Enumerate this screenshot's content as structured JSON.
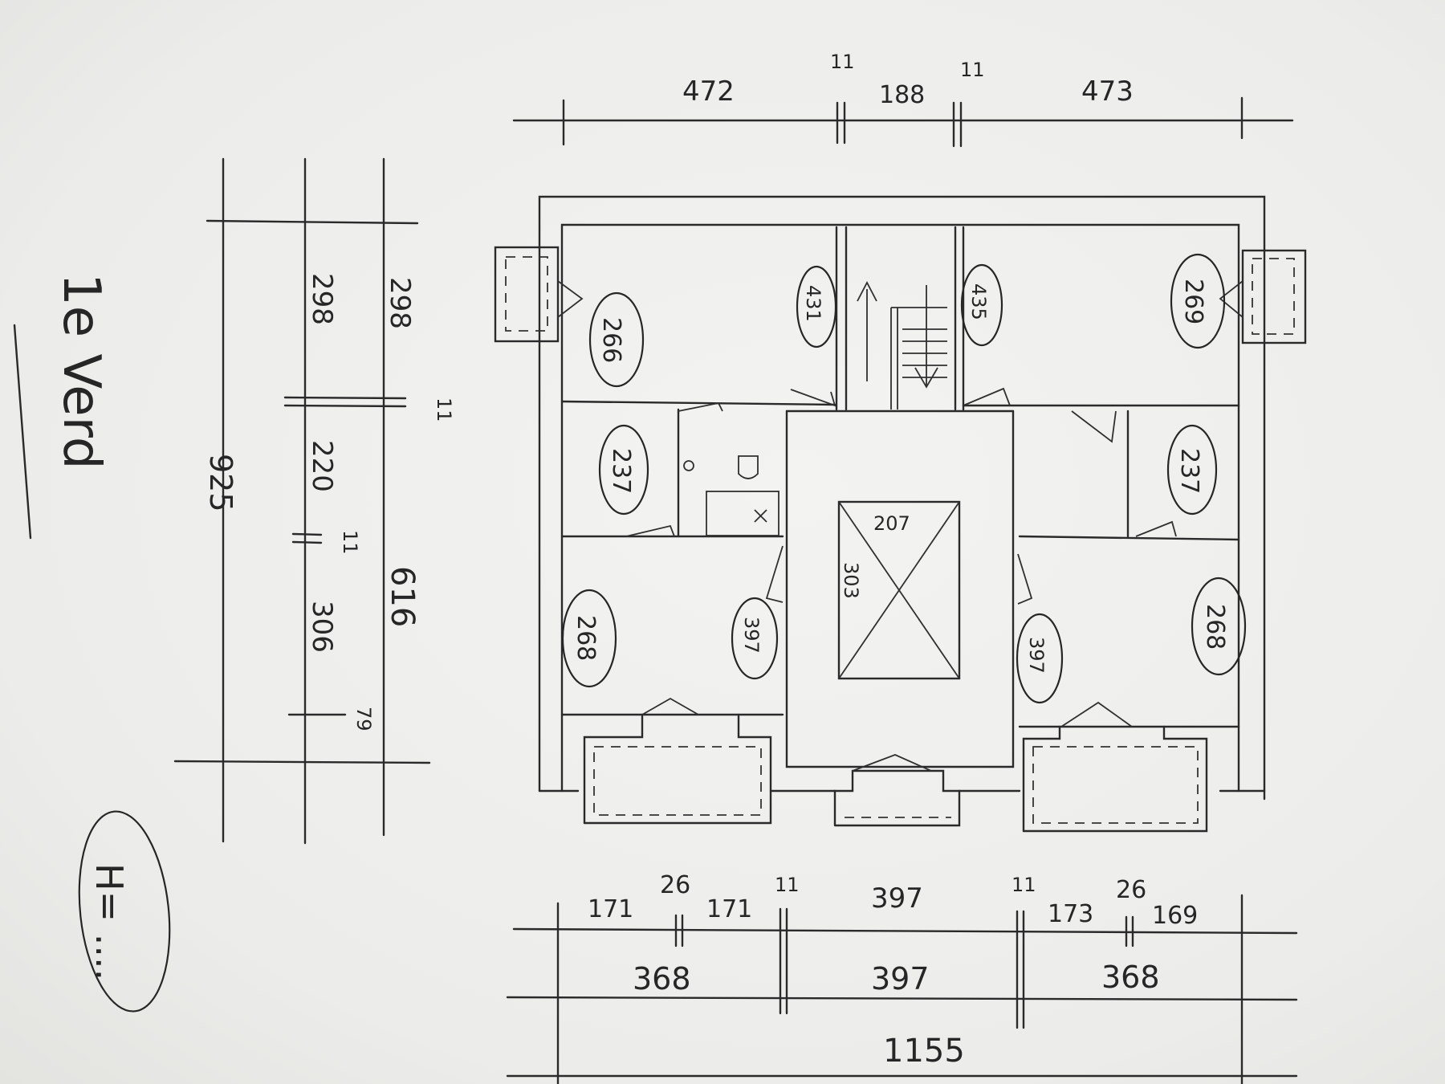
{
  "sheet": {
    "floor_label": "1e Verd",
    "stamp_label": "H= ...."
  },
  "top_dims": {
    "left": "472",
    "gap1": "11",
    "middle": "188",
    "gap2": "11",
    "right": "473"
  },
  "left_dims": {
    "total": "925",
    "outer": {
      "a": "298",
      "gap": "11",
      "b": "220",
      "gap2": "11",
      "c": "306",
      "d": "79"
    },
    "inner": {
      "a": "298",
      "gap": "11",
      "b": "616"
    }
  },
  "rooms": {
    "r_top_left": "266",
    "r_stair_left": "431",
    "r_stair_right": "435",
    "r_top_right": "269",
    "r_bath_left": "237",
    "r_bath_right": "237",
    "r_bed_left_outer": "268",
    "r_bed_left_inner": "397",
    "r_bed_right_inner": "397",
    "r_bed_right_outer": "268"
  },
  "void": {
    "width": "207",
    "height": "303"
  },
  "bottom_dims": {
    "row1": {
      "a": "171",
      "a_gap": "26",
      "b": "171",
      "gap1": "11",
      "middle": "397",
      "gap2": "11",
      "c": "173",
      "c_gap": "26",
      "d": "169"
    },
    "row2": {
      "left": "368",
      "middle": "397",
      "right": "368"
    },
    "total": "1155"
  }
}
